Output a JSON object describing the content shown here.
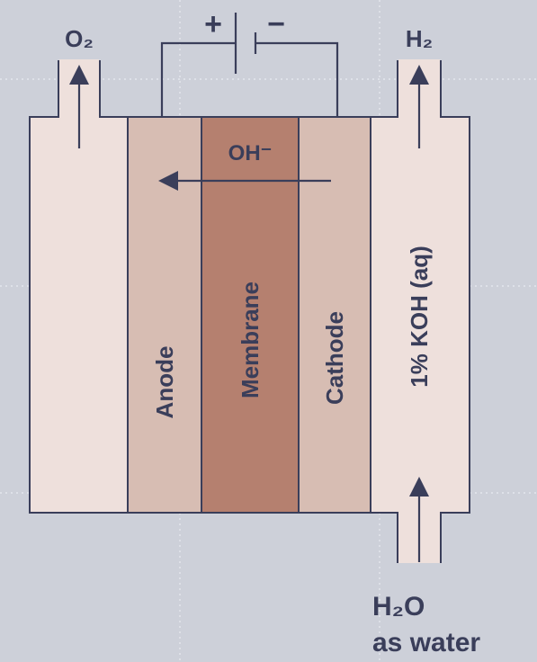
{
  "labels": {
    "o2": "O₂",
    "h2": "H₂",
    "ohm": "OH⁻",
    "anode": "Anode",
    "membrane": "Membrane",
    "cathode": "Cathode",
    "electrolyte": "1% KOH (aq)",
    "water_line1": "H₂O",
    "water_line2": "as water",
    "plus": "+",
    "minus": "−"
  },
  "colors": {
    "background": "#cdd0d9",
    "chamber": "#eee0dc",
    "electrode": "#d7bdb3",
    "membrane": "#b5806f",
    "stroke": "#3a3e5a",
    "grid": "#e9ebf1"
  }
}
